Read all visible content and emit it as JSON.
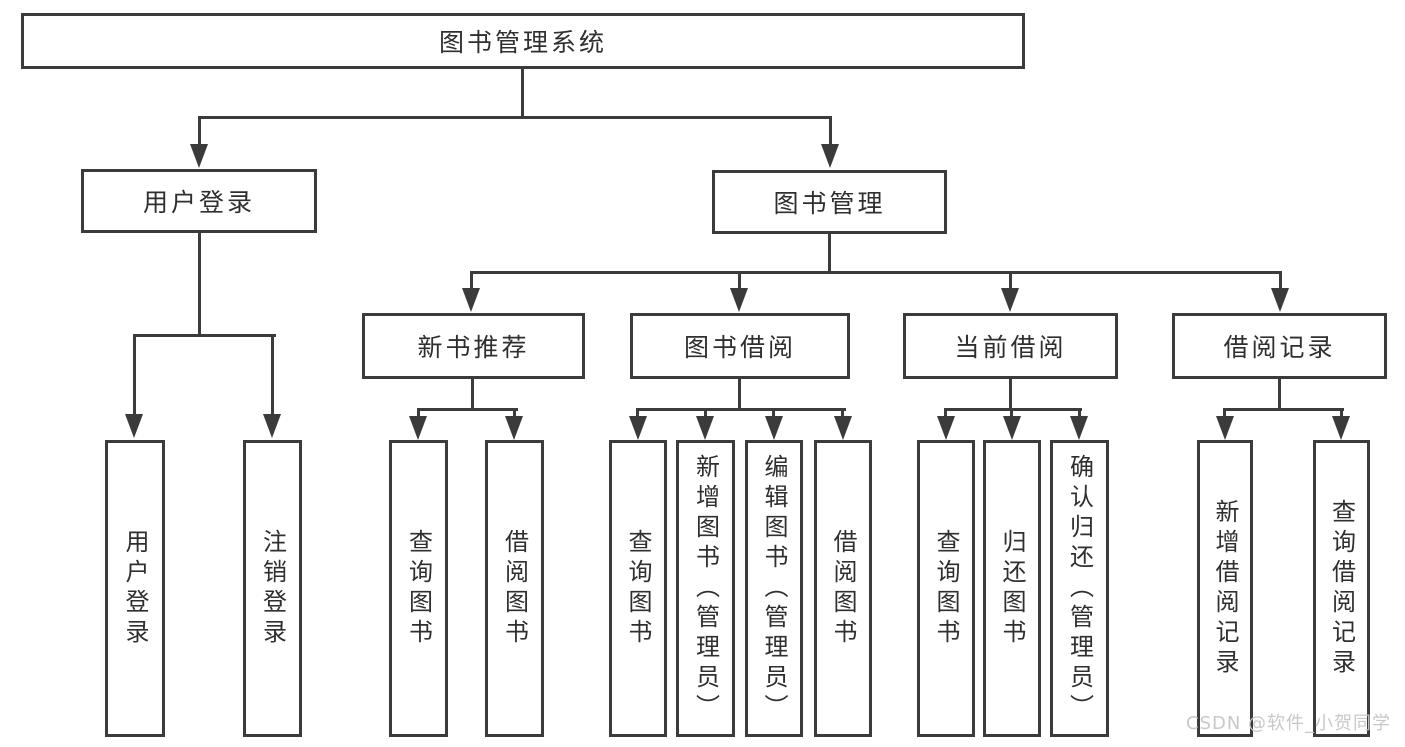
{
  "tree": {
    "label": "图书管理系统",
    "children": [
      {
        "label": "用户登录",
        "children": [
          {
            "label": "用户登录"
          },
          {
            "label": "注销登录"
          }
        ]
      },
      {
        "label": "图书管理",
        "children": [
          {
            "label": "新书推荐",
            "children": [
              {
                "label": "查询图书"
              },
              {
                "label": "借阅图书"
              }
            ]
          },
          {
            "label": "图书借阅",
            "children": [
              {
                "label": "查询图书"
              },
              {
                "label": "新增图书（管理员）"
              },
              {
                "label": "编辑图书（管理员）"
              },
              {
                "label": "借阅图书"
              }
            ]
          },
          {
            "label": "当前借阅",
            "children": [
              {
                "label": "查询图书"
              },
              {
                "label": "归还图书"
              },
              {
                "label": "确认归还（管理员）"
              }
            ]
          },
          {
            "label": "借阅记录",
            "children": [
              {
                "label": "新增借阅记录"
              },
              {
                "label": "查询借阅记录"
              }
            ]
          }
        ]
      }
    ]
  },
  "watermark": {
    "text": "CSDN @软件_小贺同学"
  },
  "colors": {
    "line": "#3b3b3b",
    "text": "#2f2f2f",
    "watermark": "#c8c8c8",
    "background": "#ffffff"
  }
}
